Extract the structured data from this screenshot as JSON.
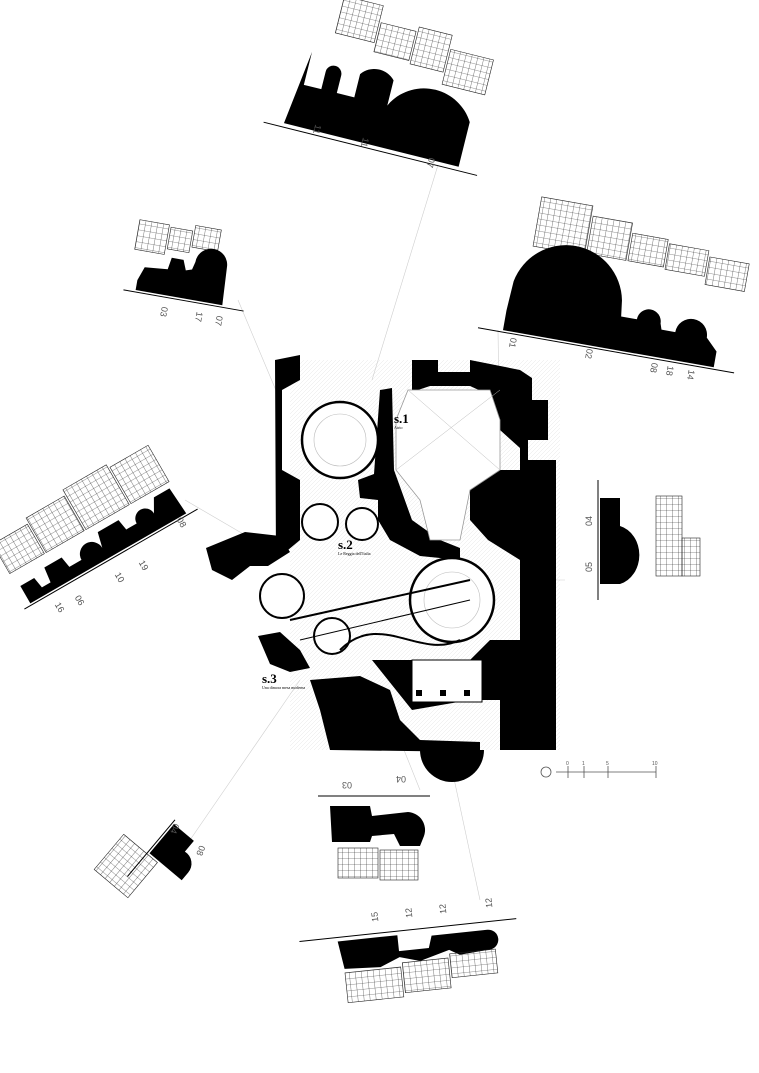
{
  "sections": [
    {
      "id": "s1",
      "label": "s.1",
      "caption": "Atrio"
    },
    {
      "id": "s2",
      "label": "s.2",
      "caption": "Le Reggia dell'Italia"
    },
    {
      "id": "s3",
      "label": "s.3",
      "caption": "Una dimora mesa moderna"
    }
  ],
  "elevation_numbers": {
    "top": [
      "11",
      "11",
      "07"
    ],
    "upper_left": [
      "03",
      "17",
      "07"
    ],
    "upper_right": [
      "01",
      "02",
      "08",
      "18",
      "14"
    ],
    "left": [
      "16",
      "06",
      "10",
      "19",
      "08"
    ],
    "right": [
      "04",
      "05"
    ],
    "bottom_left": [
      "04",
      "08"
    ],
    "bottom_center": [
      "03",
      "04"
    ],
    "bottom": [
      "15",
      "12",
      "12",
      "12"
    ]
  },
  "scale_bar": {
    "ticks": [
      "0",
      "1",
      "5",
      "10"
    ]
  },
  "colors": {
    "ink": "#000000",
    "grid": "#222222",
    "hatch": "#9a9a9a"
  }
}
